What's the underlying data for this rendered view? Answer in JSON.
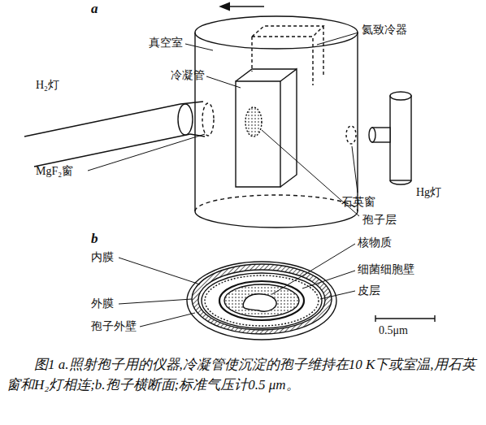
{
  "diagram": {
    "caption": "图1  a.照射孢子用的仪器,冷凝管使沉淀的孢子维持在10 K下或室温,用石英窗和H₂灯相连;b.孢子横断面;标准气压计0.5 μm。",
    "labels": [
      "a",
      "真空室",
      "氦致冷器",
      "冷凝管",
      "H₂灯",
      "MgF₂窗",
      "石英窗",
      "Hg灯",
      "孢子层",
      "b",
      "内膜",
      "核物质",
      "细菌细胞壁",
      "外膜",
      "皮层",
      "孢子外壁",
      "0.5μm"
    ]
  }
}
